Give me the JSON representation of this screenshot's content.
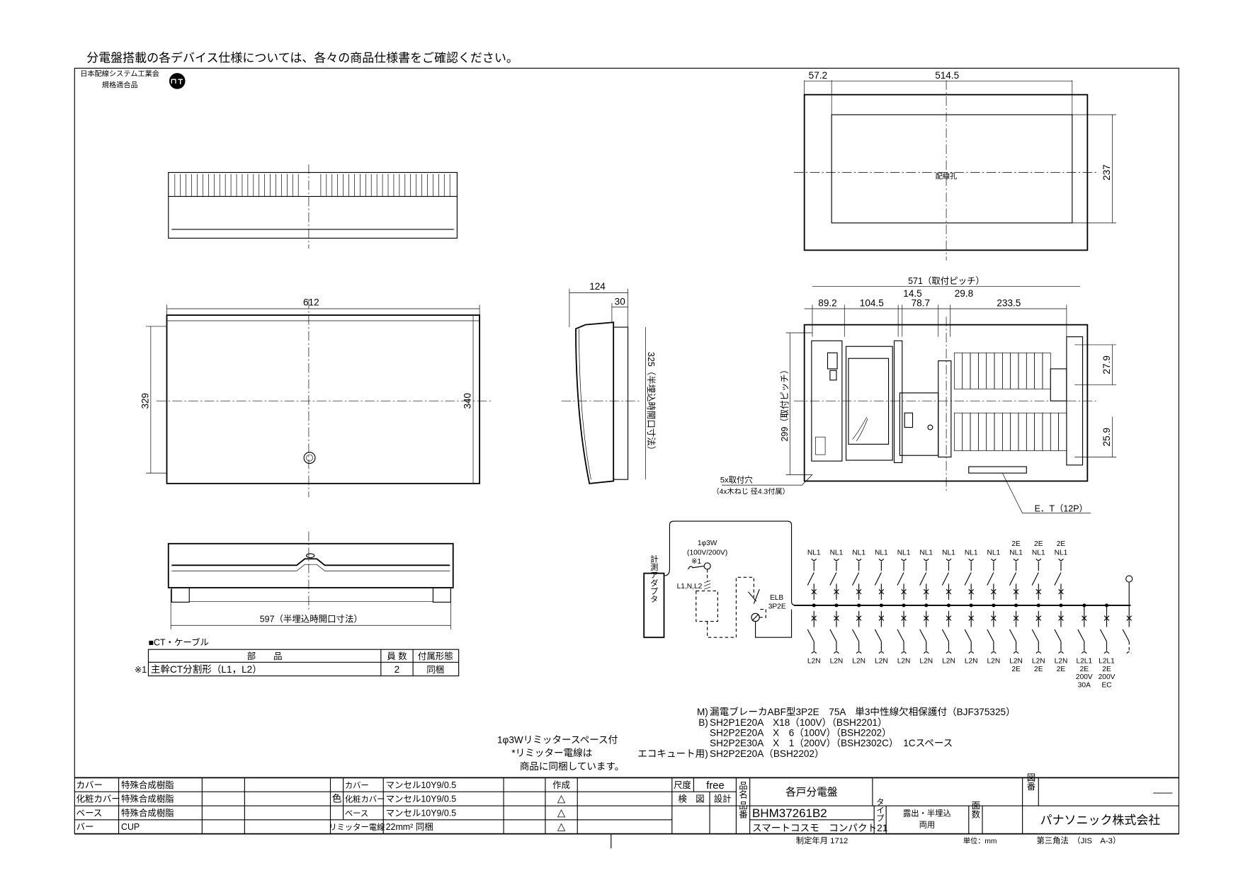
{
  "note": "分電盤搭載の各デバイス仕様については、各々の商品仕様書をご確認ください。",
  "certification": {
    "line1": "日本配線システム工業会",
    "line2": "規格適合品"
  },
  "dimensions": {
    "front_width": "612",
    "front_height_left": "329",
    "front_height_right": "340",
    "side_depth": "124",
    "side_cover": "30",
    "side_opening": "325（半埋込時開口寸法）",
    "bottom_opening": "597（半埋込時開口寸法）",
    "back_offset": "57.2",
    "back_hole_width": "514.5",
    "back_hole_height": "237",
    "back_hole_label": "配線孔",
    "pitch_width": "571（取付ピッチ）",
    "seg1": "89.2",
    "seg2": "104.5",
    "seg3": "14.5",
    "seg4": "78.7",
    "seg5": "29.8",
    "seg6": "233.5",
    "pitch_height": "299（取付ピッチ）",
    "row_top": "27.9",
    "row_bottom": "25.9",
    "mount_holes": "5x取付穴",
    "mount_screws": "（4x木ねじ 径4.3付属）",
    "et": "E．T（12P）"
  },
  "ct_table": {
    "title": "■CT・ケーブル",
    "headers": [
      "部　　品",
      "員 数",
      "付属形態"
    ],
    "rows": [
      {
        "mark": "※1",
        "part": "主幹CT分割形（L1，L2）",
        "qty": "2",
        "form": "同梱"
      }
    ]
  },
  "circuit": {
    "adapter": "計測アダプタ",
    "supply_line1": "1φ3W",
    "supply_line2": "(100V/200V)",
    "ct_mark": "※1",
    "lines": "L1,N,L2",
    "elb_line1": "ELB",
    "elb_line2": "3P2E",
    "branches": [
      {
        "top": [
          "",
          "NL1"
        ],
        "bottom": [
          "L2N",
          ""
        ]
      },
      {
        "top": [
          "",
          "NL1"
        ],
        "bottom": [
          "L2N",
          ""
        ]
      },
      {
        "top": [
          "",
          "NL1"
        ],
        "bottom": [
          "L2N",
          ""
        ]
      },
      {
        "top": [
          "",
          "NL1"
        ],
        "bottom": [
          "L2N",
          ""
        ]
      },
      {
        "top": [
          "",
          "NL1"
        ],
        "bottom": [
          "L2N",
          ""
        ]
      },
      {
        "top": [
          "",
          "NL1"
        ],
        "bottom": [
          "L2N",
          ""
        ]
      },
      {
        "top": [
          "",
          "NL1"
        ],
        "bottom": [
          "L2N",
          ""
        ]
      },
      {
        "top": [
          "",
          "NL1"
        ],
        "bottom": [
          "L2N",
          ""
        ]
      },
      {
        "top": [
          "",
          "NL1"
        ],
        "bottom": [
          "L2N",
          ""
        ]
      },
      {
        "top": [
          "2E",
          "NL1"
        ],
        "bottom": [
          "L2N",
          "2E"
        ]
      },
      {
        "top": [
          "2E",
          "NL1"
        ],
        "bottom": [
          "L2N",
          "2E"
        ]
      },
      {
        "top": [
          "2E",
          "NL1"
        ],
        "bottom": [
          "L2N",
          "2E"
        ]
      }
    ],
    "branches_200v": [
      {
        "bottom": [
          "L2L1",
          "2E",
          "200V",
          "30A"
        ]
      },
      {
        "bottom": [
          "L2L1",
          "2E",
          "200V",
          "EC"
        ]
      }
    ]
  },
  "specs": [
    {
      "prefix": "M)",
      "text": "漏電ブレーカABF型3P2E　75A　単3中性線欠相保護付（BJF375325）"
    },
    {
      "prefix": "B)",
      "text": "SH2P1E20A　X18（100V）（BSH2201）"
    },
    {
      "prefix": "",
      "text": "SH2P2E20A　X　6（100V）（BSH2202）"
    },
    {
      "prefix": "",
      "text": "SH2P2E30A　X　1（200V）（BSH2302C）　1Cスペース"
    },
    {
      "prefix": "エコキュート用)",
      "text": "SH2P2E20A（BSH2202）"
    }
  ],
  "limiter_note": [
    "1φ3Wリミッタースペース付",
    "*リミッター電線は",
    "商品に同梱しています。"
  ],
  "title_block": {
    "materials": [
      {
        "label": "カバー",
        "value": "特殊合成樹脂"
      },
      {
        "label": "化粧カバー",
        "value": "特殊合成樹脂"
      },
      {
        "label": "ベース",
        "value": "特殊合成樹脂"
      },
      {
        "label": "バー",
        "value": "CUP"
      }
    ],
    "color_label": "色",
    "colors": [
      {
        "label": "カバー",
        "value": "マンセル10Y9/0.5"
      },
      {
        "label": "化粧カバー",
        "value": "マンセル10Y9/0.5"
      },
      {
        "label": "ベース",
        "value": "マンセル10Y9/0.5"
      }
    ],
    "limiter_label": "リミッター電線",
    "limiter_value": "22mm² 同梱",
    "created_label": "作成",
    "revisions": [
      "△",
      "△",
      "△"
    ],
    "scale_label": "尺度",
    "scale_value": "free",
    "check_label": "検　図",
    "design_label": "設計",
    "name_label": "品名",
    "product_name": "各戸分電盤",
    "drawing_no_label": "図番",
    "drawing_no": "——",
    "part_no_label": "品番",
    "part_no": "BHM37261B2",
    "series": "スマートコスモ　コンパクト21",
    "type_label": "タイプ",
    "type_value_1": "露出・半埋込",
    "type_value_2": "両用",
    "faces_label": "面数",
    "company": "パナソニック株式会社",
    "established": "制定年月 1712",
    "unit": "単位：mm",
    "projection": "第三角法　（JIS　A-3）"
  }
}
